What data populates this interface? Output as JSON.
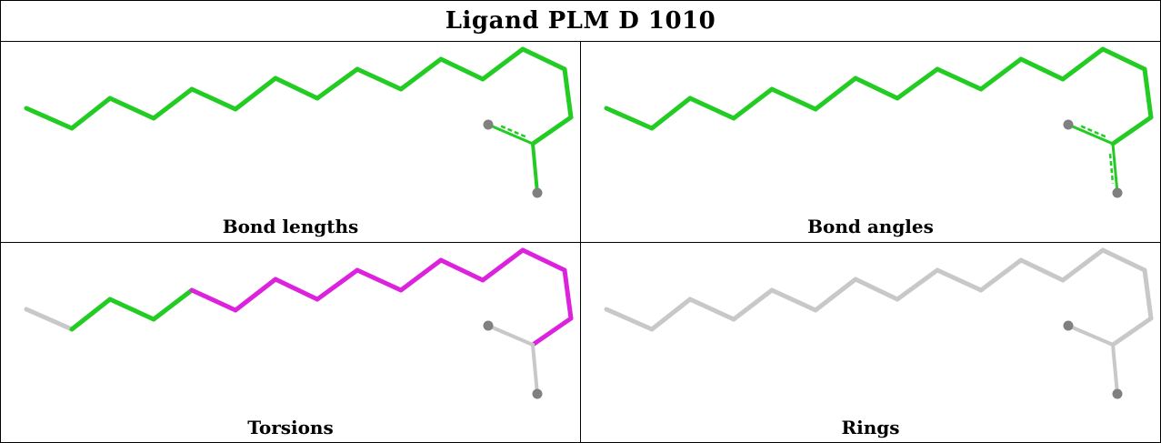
{
  "title": "Ligand PLM D 1010",
  "panels": [
    {
      "caption": "Bond lengths",
      "colors": {
        "chain": "#22cc22",
        "tail": "#22cc22",
        "double": "#22cc22"
      }
    },
    {
      "caption": "Bond angles",
      "colors": {
        "chain": "#22cc22",
        "tail": "#22cc22",
        "double": "#22cc22"
      }
    },
    {
      "caption": "Torsions",
      "colors": {
        "start": "#c8c8c8",
        "green": "#22cc22",
        "magenta": "#dd22dd",
        "tail": "#c8c8c8"
      }
    },
    {
      "caption": "Rings",
      "colors": {
        "chain": "#c8c8c8",
        "tail": "#c8c8c8"
      }
    }
  ],
  "atom_color": "#808080"
}
